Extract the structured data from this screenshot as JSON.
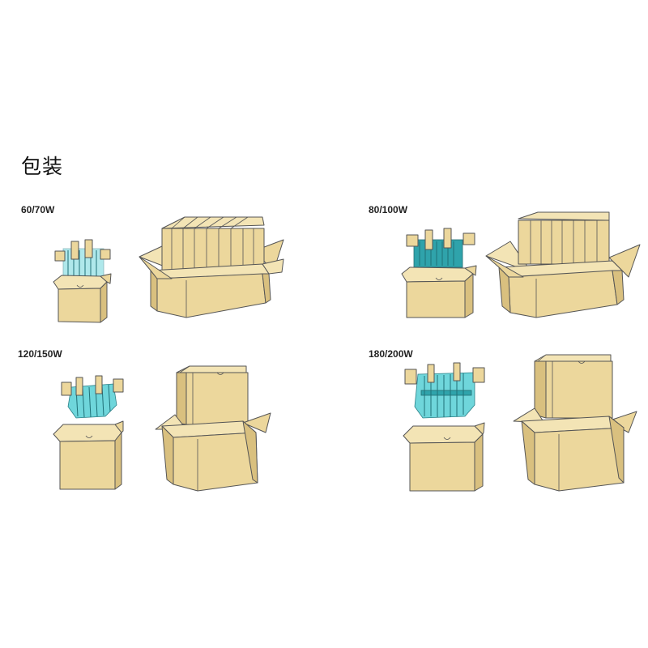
{
  "title": "包装",
  "sections": [
    {
      "label": "60/70W"
    },
    {
      "label": "80/100W"
    },
    {
      "label": "120/150W"
    },
    {
      "label": "180/200W"
    }
  ],
  "colors": {
    "cardboard": "#ecd79c",
    "cardboard_dark": "#d9c07f",
    "cardboard_light": "#f3e4b5",
    "outline": "#555555",
    "device": "#6fd6db",
    "device_dark": "#2fa3ab"
  }
}
